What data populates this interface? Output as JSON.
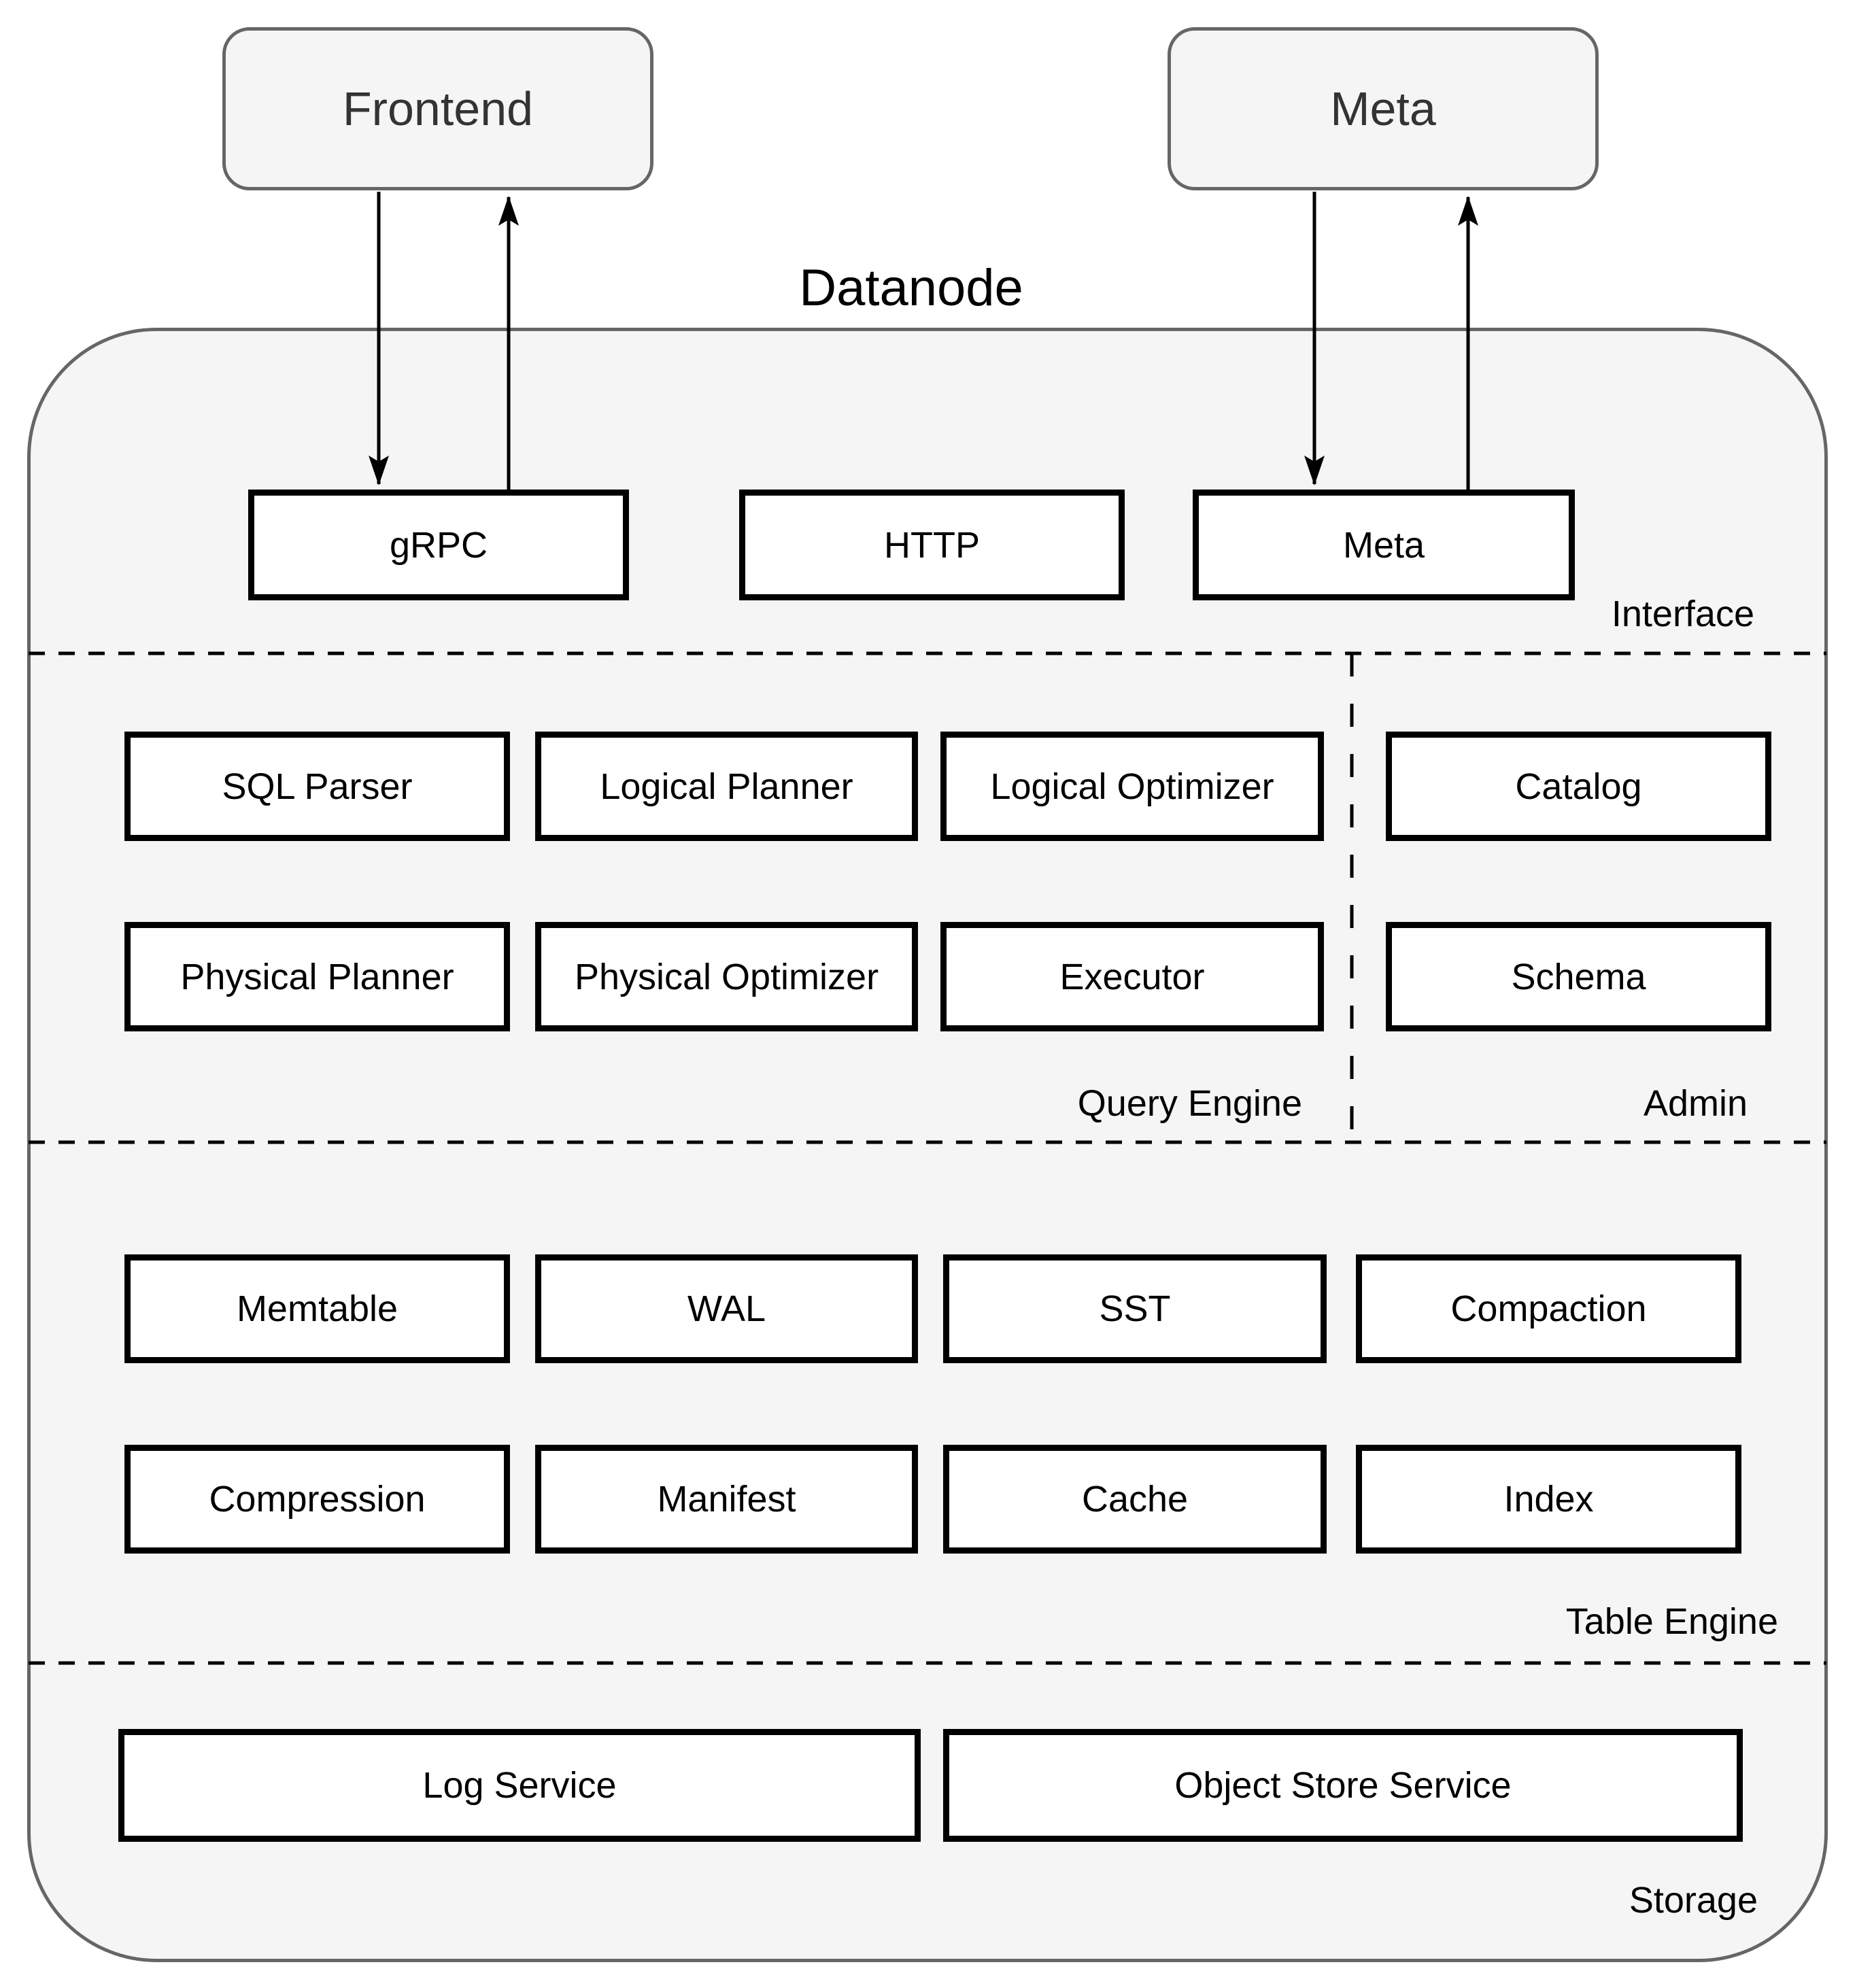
{
  "diagram": {
    "title": "Datanode",
    "colors": {
      "container_fill": "#f5f5f5",
      "container_border": "#666666",
      "box_fill": "#ffffff",
      "box_border": "#000000",
      "text": "#000000",
      "external_text": "#333333"
    },
    "external": {
      "frontend": "Frontend",
      "meta": "Meta"
    },
    "interface": {
      "label": "Interface",
      "grpc": "gRPC",
      "http": "HTTP",
      "meta": "Meta"
    },
    "query_engine": {
      "label": "Query Engine",
      "sql_parser": "SQL Parser",
      "logical_planner": "Logical Planner",
      "logical_optimizer": "Logical Optimizer",
      "physical_planner": "Physical Planner",
      "physical_optimizer": "Physical Optimizer",
      "executor": "Executor"
    },
    "admin": {
      "label": "Admin",
      "catalog": "Catalog",
      "schema": "Schema"
    },
    "table_engine": {
      "label": "Table Engine",
      "memtable": "Memtable",
      "wal": "WAL",
      "sst": "SST",
      "compaction": "Compaction",
      "compression": "Compression",
      "manifest": "Manifest",
      "cache": "Cache",
      "index": "Index"
    },
    "storage": {
      "label": "Storage",
      "log_service": "Log Service",
      "object_store": "Object Store Service"
    }
  }
}
